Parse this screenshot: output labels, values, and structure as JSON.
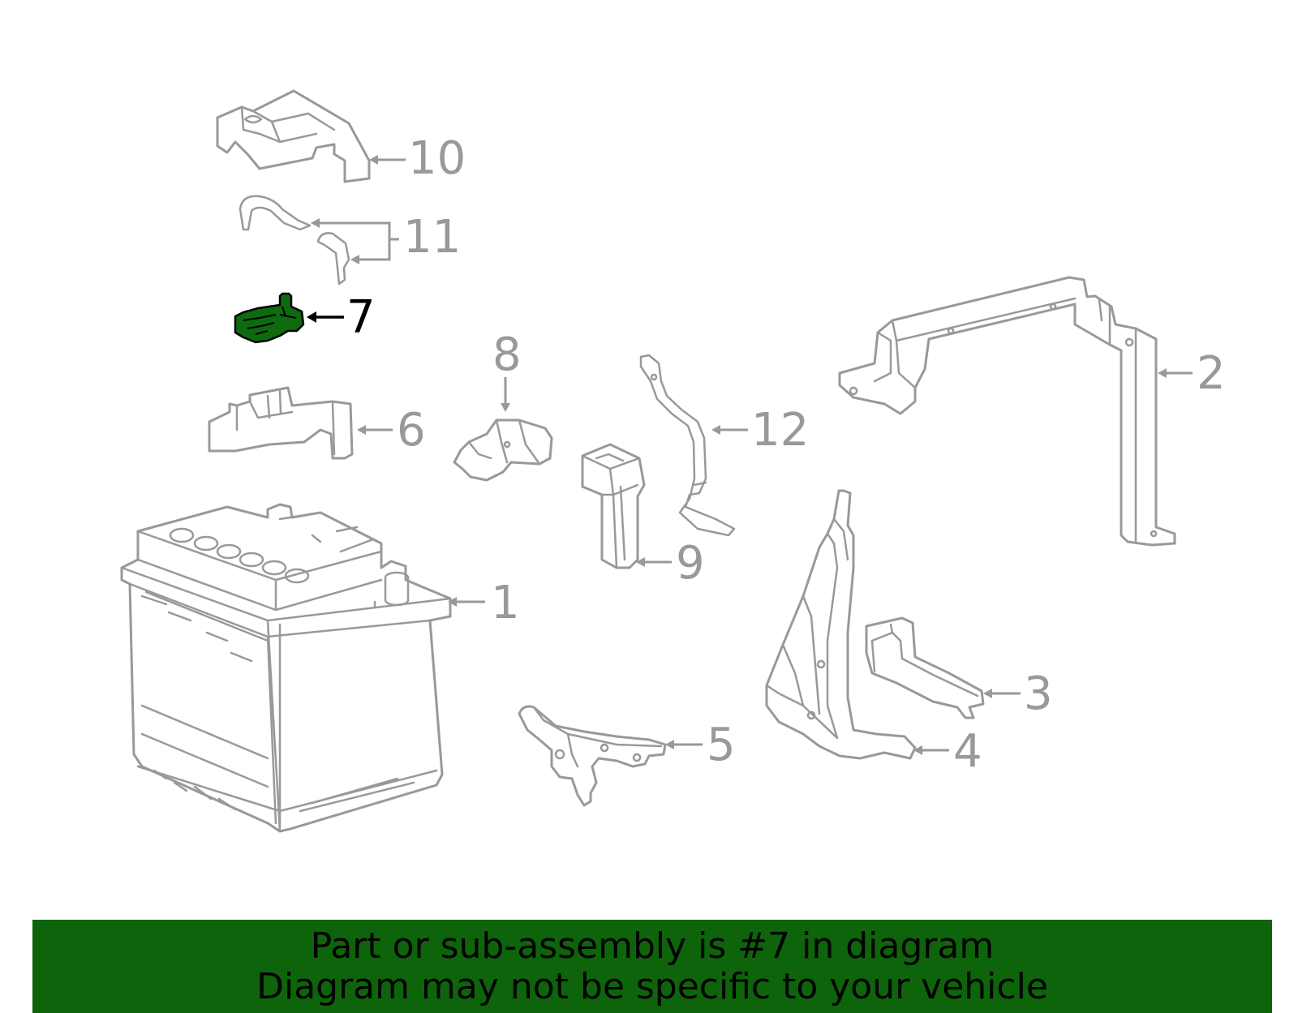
{
  "callouts": {
    "c1": "1",
    "c2": "2",
    "c3": "3",
    "c4": "4",
    "c5": "5",
    "c6": "6",
    "c7": "7",
    "c8": "8",
    "c9": "9",
    "c10": "10",
    "c11": "11",
    "c12": "12"
  },
  "highlight": {
    "part_number": "7",
    "color": "#0e6a0e"
  },
  "banner": {
    "line1": "Part or sub-assembly is #7 in diagram",
    "line2": "Diagram may not be specific to your vehicle",
    "background": "#0e640a"
  }
}
